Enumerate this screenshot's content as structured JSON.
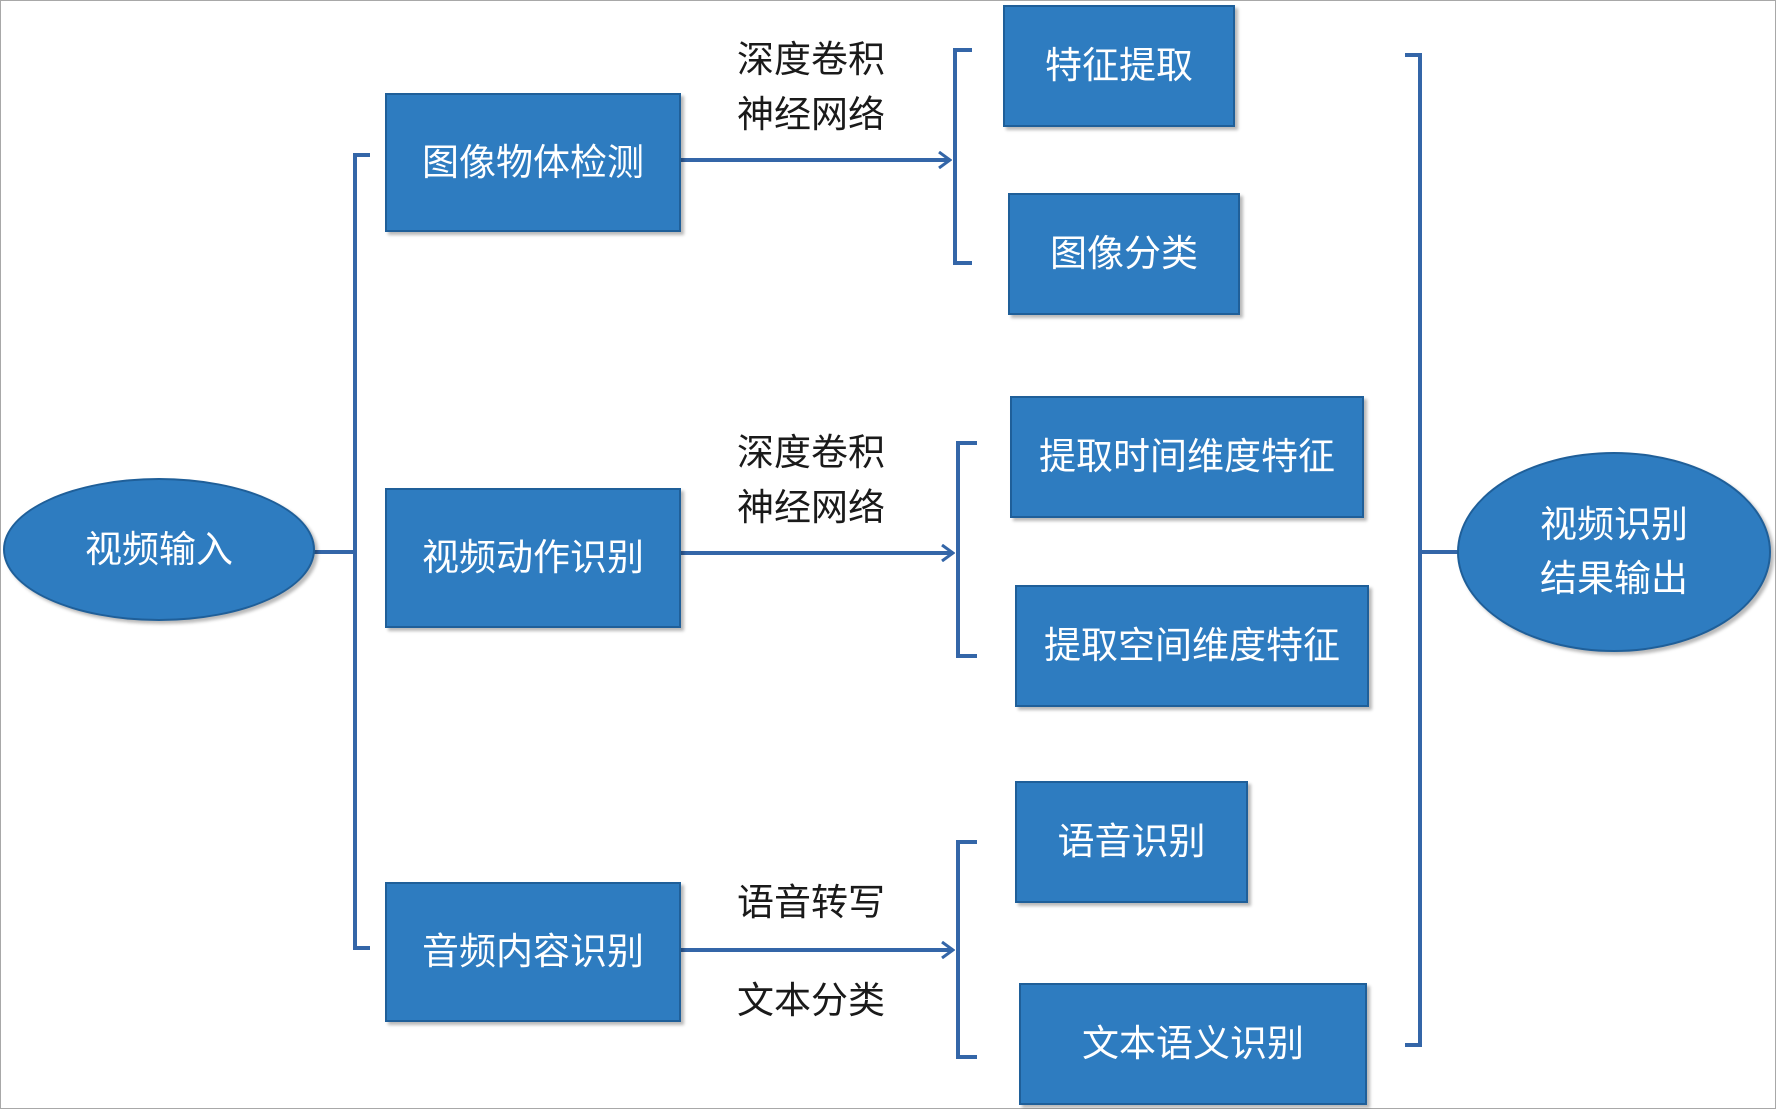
{
  "diagram": {
    "input": "视频输入",
    "output": "视频识别\n结果输出",
    "branches": [
      {
        "name": "图像物体检测",
        "method": "深度卷积\n神经网络",
        "outputs": [
          "特征提取",
          "图像分类"
        ]
      },
      {
        "name": "视频动作识别",
        "method": "深度卷积\n神经网络",
        "outputs": [
          "提取时间维度特征",
          "提取空间维度特征"
        ]
      },
      {
        "name": "音频内容识别",
        "method_top": "语音转写",
        "method_bottom": "文本分类",
        "outputs": [
          "语音识别",
          "文本语义识别"
        ]
      }
    ]
  },
  "colors": {
    "box_fill": "#2e7cc0",
    "box_border": "#1f5f99",
    "connector": "#3466a8",
    "text_on_box": "#ffffff"
  }
}
